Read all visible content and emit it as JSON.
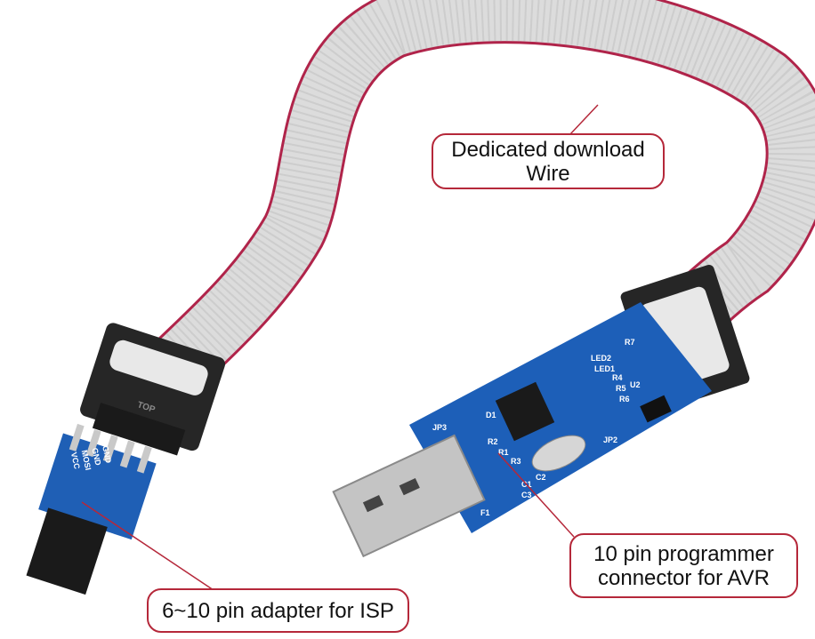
{
  "callouts": {
    "wire": {
      "line1": "Dedicated download",
      "line2": "Wire"
    },
    "programmer": {
      "line1": "10 pin programmer",
      "line2": "connector for AVR"
    },
    "adapter": {
      "line1": "6~10 pin adapter for ISP"
    }
  },
  "photo_lettering": [
    "TOP",
    "GND",
    "GND",
    "MOSI",
    "VCC",
    "JP3",
    "JP2",
    "LED1",
    "LED2",
    "R1",
    "R2",
    "R3",
    "R4",
    "R5",
    "R6",
    "R7",
    "C1",
    "C2",
    "C3",
    "F1",
    "D1",
    "U2"
  ],
  "colors": {
    "callout_border": "#b5283a",
    "cable": "#d9d9d9",
    "cable_edge": "#b0244a",
    "pcb": "#1d5fb8",
    "connector": "#222222"
  }
}
